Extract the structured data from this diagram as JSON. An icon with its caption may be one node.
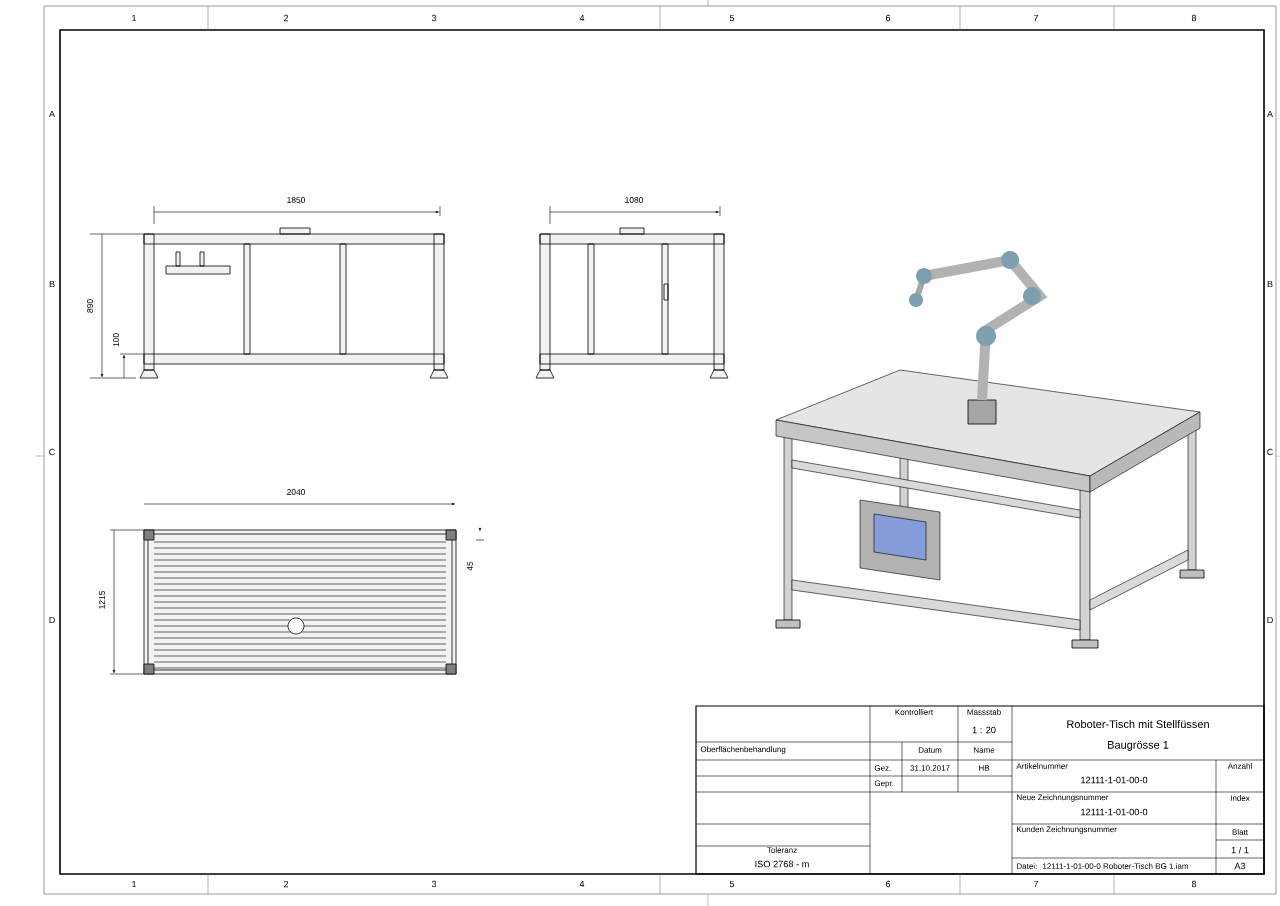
{
  "diagram": {
    "title": "Roboter-Tisch mit Stellfüssen",
    "labels": [
      "1",
      "2",
      "3",
      "4",
      "5",
      "6",
      "7",
      "8",
      "A",
      "B",
      "C",
      "D",
      "A",
      "B",
      "C",
      "D",
      "1850",
      "1080",
      "890",
      "100",
      "2040",
      "1215",
      "45",
      "Kontrolliert",
      "Massstab",
      "1 : 20",
      "Oberflächenbehandlung",
      "Datum",
      "Name",
      "Baugrösse 1",
      "Gez.",
      "31.10.2017",
      "HB",
      "Artikelnummer",
      "Anzahl",
      "Gepr.",
      "12111-1-01-00-0",
      "Neue Zeichnungsnummer",
      "Index",
      "12111-1-01-00-0",
      "Kunden Zeichnungsnummer",
      "Blatt",
      "Toleranz",
      "1 / 1",
      "ISO 2768 - m",
      "Datei:",
      "12111-1-01-00-0 Roboter-Tisch BG 1.iam",
      "A3",
      "1",
      "2",
      "3",
      "4",
      "5",
      "6",
      "7",
      "8"
    ]
  }
}
